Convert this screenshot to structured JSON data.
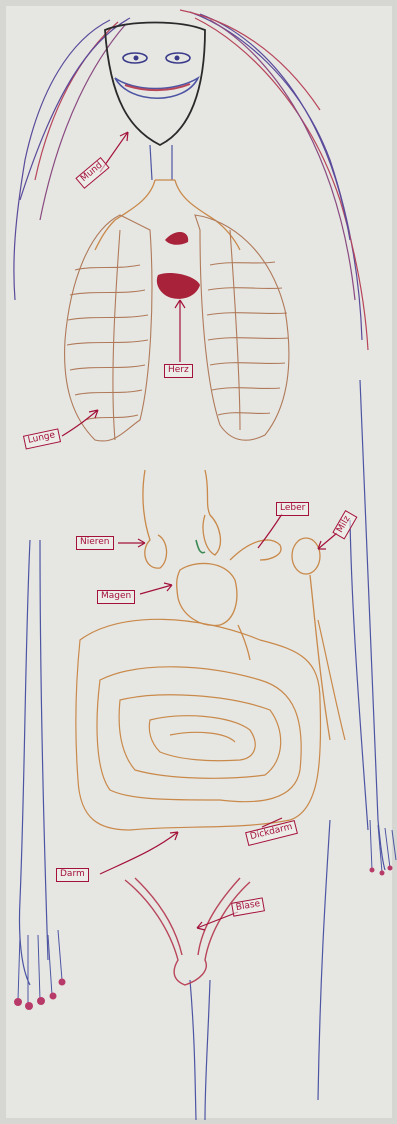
{
  "image": {
    "description": "Child drawing of a human figure with internal organs on white paper",
    "colors": {
      "paper": "#e6e7e3",
      "hair_purple": "#5b4a9a",
      "hair_red": "#b8455a",
      "outline_blue": "#4d55a3",
      "organ_orange": "#c9894a",
      "organ_red": "#a8223a",
      "label_red": "#a4123a",
      "green": "#3c8a55"
    }
  },
  "labels": [
    {
      "text": "Mund",
      "name": "label-mund"
    },
    {
      "text": "Herz",
      "name": "label-herz"
    },
    {
      "text": "Lunge",
      "name": "label-lunge"
    },
    {
      "text": "Nieren",
      "name": "label-nieren"
    },
    {
      "text": "Magen",
      "name": "label-magen"
    },
    {
      "text": "Leber",
      "name": "label-leber"
    },
    {
      "text": "Milz",
      "name": "label-milz"
    },
    {
      "text": "Darm",
      "name": "label-darm"
    },
    {
      "text": "Dickdarm",
      "name": "label-dickdarm"
    },
    {
      "text": "Blase",
      "name": "label-blase"
    }
  ]
}
